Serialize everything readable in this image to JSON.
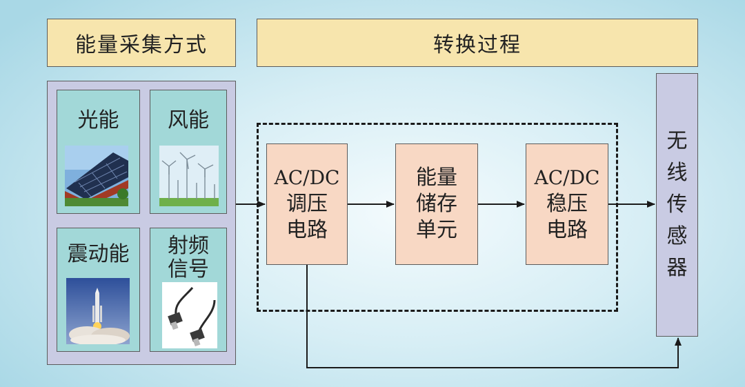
{
  "headers": {
    "energy_collection": "能量采集方式",
    "conversion_process": "转换过程"
  },
  "sources": [
    {
      "label": "光能",
      "image": "solar-panel-roof-photo"
    },
    {
      "label": "风能",
      "image": "wind-turbines-photo"
    },
    {
      "label": "震动能",
      "image": "rocket-launch-photo"
    },
    {
      "label_line1": "射频",
      "label_line2": "信号",
      "image": "rf-connector-cable-photo"
    }
  ],
  "blocks": [
    {
      "line1": "AC/DC",
      "line2": "调压",
      "line3": "电路"
    },
    {
      "line1": "能量",
      "line2": "储存",
      "line3": "单元"
    },
    {
      "line1": "AC/DC",
      "line2": "稳压",
      "line3": "电路"
    }
  ],
  "sensor": {
    "chars": [
      "无",
      "线",
      "传",
      "感",
      "器"
    ]
  },
  "colors": {
    "header_fill": "#f7e5ad",
    "panel_fill": "#c9cbe3",
    "source_cell_fill": "#a2d8d8",
    "block_fill": "#f8d8c4",
    "background_edge": "#a9d8e6"
  }
}
